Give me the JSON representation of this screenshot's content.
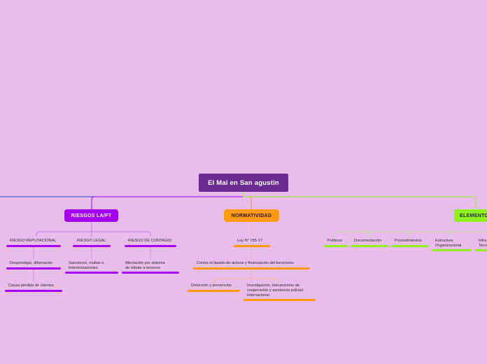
{
  "root": {
    "title": "El Mal en San agustin"
  },
  "colors": {
    "background": "#e8bdeb",
    "root": "#6a2c90",
    "riesgos": "#a500f5",
    "normatividad": "#ff9a0a",
    "elementos": "#8ef21a",
    "left_link": "#1f4fc6"
  },
  "branches": {
    "riesgos": {
      "label": "RIESGOS LA/FT",
      "items": [
        {
          "label": "RIESGO REPUTACIONAL",
          "children": [
            "Desprestigio, difamación",
            "Causa pérdida de clientes"
          ]
        },
        {
          "label": "RIESGO LEGAL",
          "children": [
            "Sanciones, multas e\nindemnizaciones"
          ]
        },
        {
          "label": "RIESGO DE CONTAGIO",
          "children": [
            "Afectación por sistema\nde rebote a terceros"
          ]
        }
      ]
    },
    "normatividad": {
      "label": "NORMATIVIDAD",
      "law": "Ley N° 155-17",
      "law_child": "Contra el lavado de activos y financiación del terrorismo",
      "children": [
        "Detección y prevención",
        "Investigación, mecanismos de\ncooperación y asistencia judicial\ninternacional"
      ]
    },
    "elementos": {
      "label": "ELEMENTOS",
      "items": [
        "Políticas",
        "Documentación",
        "Procedimientos",
        "Estructura\nOrganizacional",
        "Infra\nTecn"
      ]
    }
  }
}
